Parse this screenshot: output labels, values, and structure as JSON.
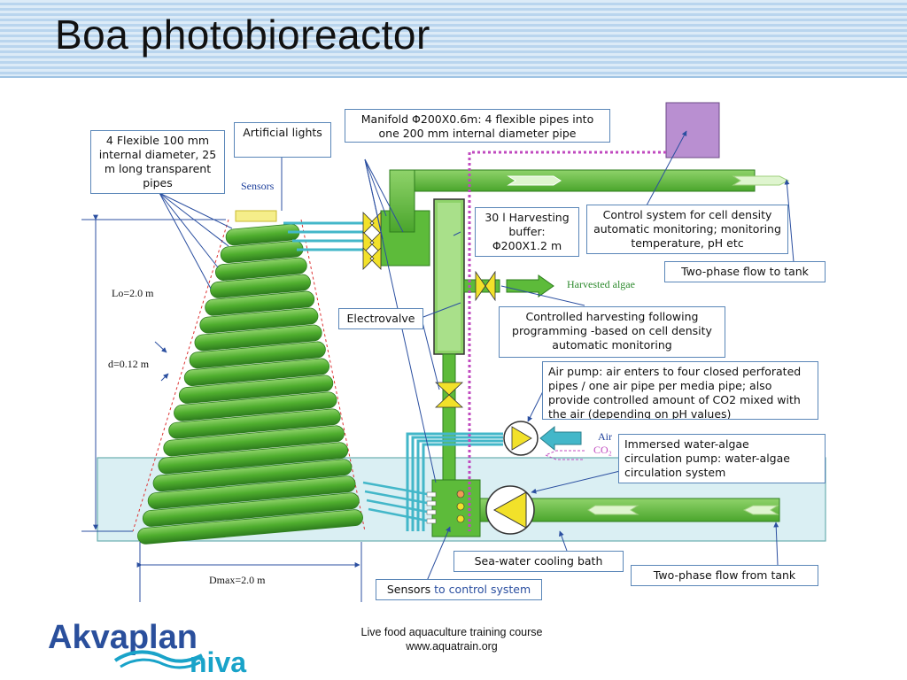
{
  "title": "Boa photobioreactor",
  "labels": {
    "pipes": "4 Flexible 100 mm internal diameter, 25 m long transparent pipes",
    "lights": "Artificial lights",
    "sensors_top": "Sensors",
    "manifold": "Manifold Φ200X0.6m: 4 flexible pipes into one 200 mm internal diameter pipe",
    "buffer": "30 l Harvesting buffer: Φ200X1.2 m",
    "control": "Control system for cell density automatic monitoring; monitoring temperature, pH etc",
    "two_phase_to": "Two-phase flow to tank",
    "harvested": "Harvested algae",
    "electrovalve": "Electrovalve",
    "controlled_harvest": "Controlled harvesting following programming -based on cell density automatic monitoring",
    "air_pump": "Air pump: air enters to four closed perforated pipes / one air pipe per media pipe; also provide controlled amount of CO2 mixed with the air (depending on pH values)",
    "air": "Air",
    "co2": "CO₂",
    "immersed_pump_a": "Immersed water-algae",
    "immersed_pump_b": "circulation pump: water-algae circulation system",
    "cooling_bath": "Sea-water cooling bath",
    "two_phase_from": "Two-phase flow from tank",
    "sensors_bottom_a": "Sensors",
    "sensors_bottom_b": " to control system",
    "lo": "Lo=2.0 m",
    "d": "d=0.12 m",
    "dmax": "Dmax=2.0 m"
  },
  "footer": {
    "line1": "Live food aquaculture training course",
    "line2": "www.aquatrain.org"
  },
  "logo": {
    "word1": "Akvaplan",
    "word2": "niva"
  },
  "colors": {
    "pipe_green": "#5dbb3a",
    "pipe_dark": "#2e7d1e",
    "water": "#d6eef2",
    "control_box": "#b98fd1",
    "cyan_pipe": "#43b7c9",
    "valve_yellow": "#f2e12a",
    "logo_blue": "#2a4f9c",
    "logo_cyan": "#19a3c9"
  }
}
